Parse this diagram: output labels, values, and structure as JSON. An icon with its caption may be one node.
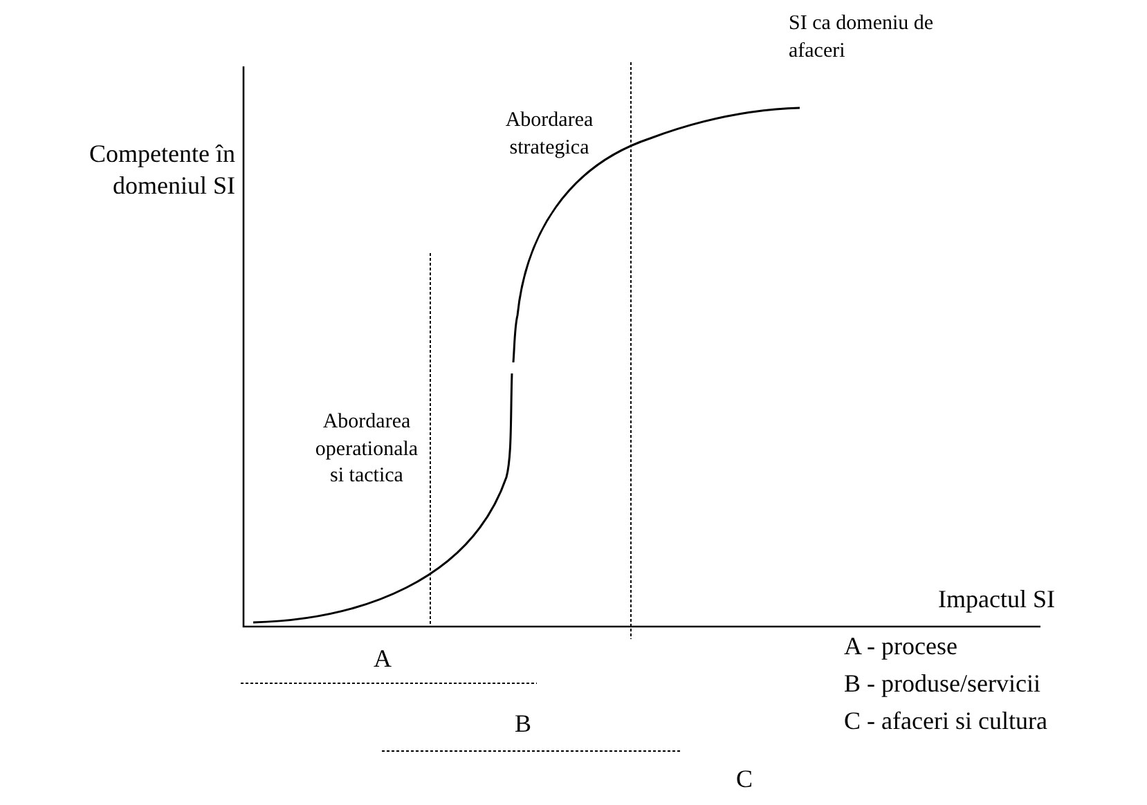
{
  "diagram": {
    "labels": [
      "SI ca domeniu de afaceri",
      "Competente în domeniul SI",
      "Abordarea strategica",
      "Abordarea operationala si tactica",
      "Impactul SI",
      "A",
      "A - procese",
      "B",
      "B - produse/servicii",
      "C - afaceri si cultura",
      "C"
    ]
  }
}
